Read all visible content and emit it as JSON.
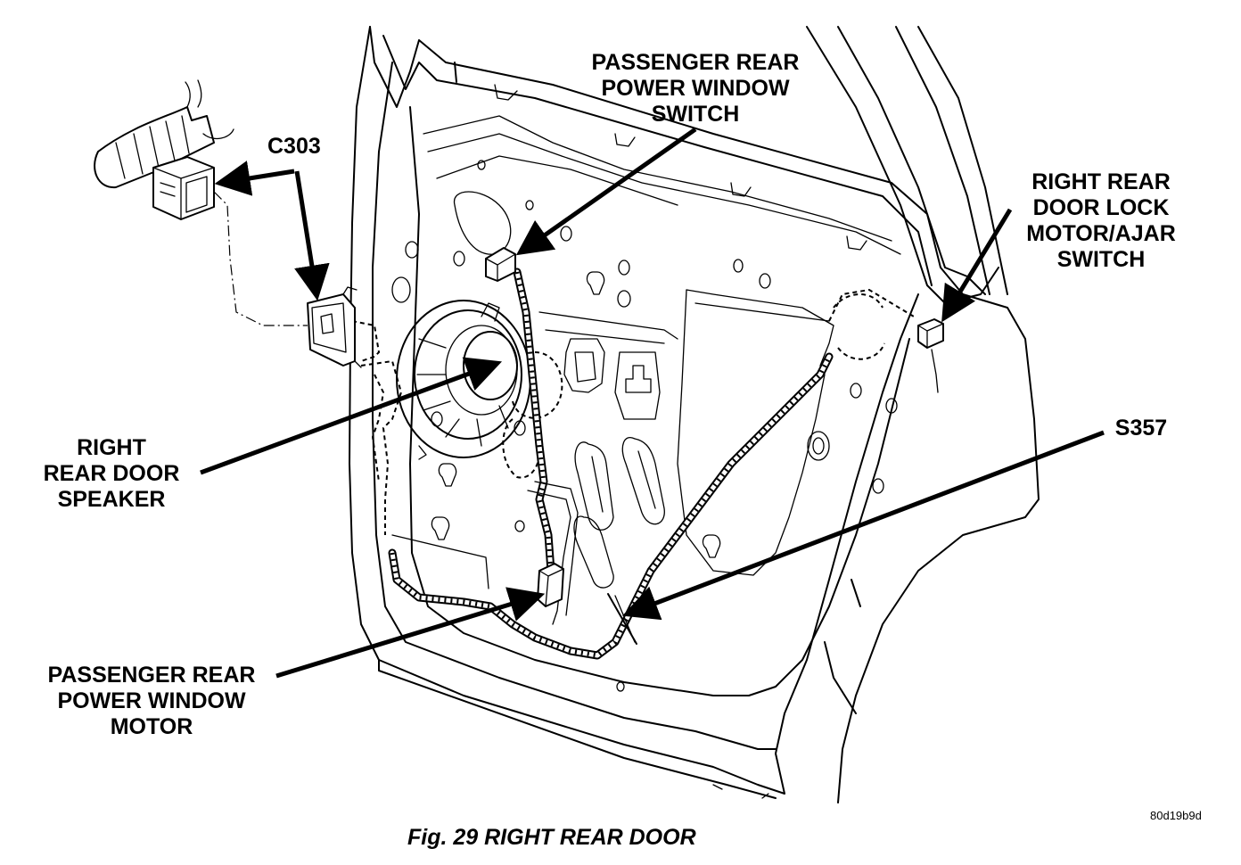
{
  "figure": {
    "caption": "Fig. 29 RIGHT REAR DOOR",
    "image_code": "80d19b9d"
  },
  "callouts": {
    "c303": "C303",
    "window_switch": [
      "PASSENGER REAR",
      "POWER WINDOW",
      "SWITCH"
    ],
    "lock_motor": [
      "RIGHT REAR",
      "DOOR LOCK",
      "MOTOR/AJAR",
      "SWITCH"
    ],
    "s357": "S357",
    "speaker": [
      "RIGHT",
      "REAR DOOR",
      "SPEAKER"
    ],
    "window_motor": [
      "PASSENGER REAR",
      "POWER WINDOW",
      "MOTOR"
    ]
  }
}
